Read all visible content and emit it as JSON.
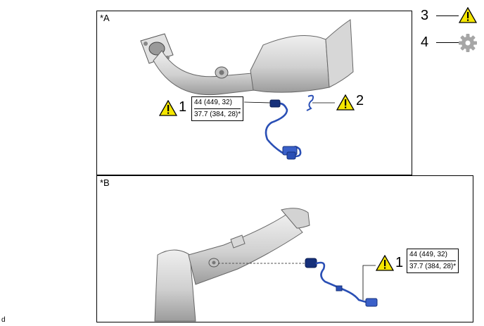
{
  "panels": {
    "a": {
      "label": "*A"
    },
    "b": {
      "label": "*B"
    }
  },
  "callouts": {
    "a_sensor": "1",
    "a_clamp": "2",
    "b_sensor": "1"
  },
  "torque": {
    "primary": "44 (449, 32)",
    "secondary": "37.7 (384, 28)*"
  },
  "legend": {
    "item3": {
      "number": "3",
      "icon": "warning-icon"
    },
    "item4": {
      "number": "4",
      "icon": "gear-icon"
    }
  },
  "colors": {
    "warning_fill": "#f5e600",
    "gear": "#a6a6a6",
    "sensor_blue": "#2a4fb5",
    "pipe_gray": "#cfcfcf"
  },
  "footer": {
    "code": "d"
  }
}
